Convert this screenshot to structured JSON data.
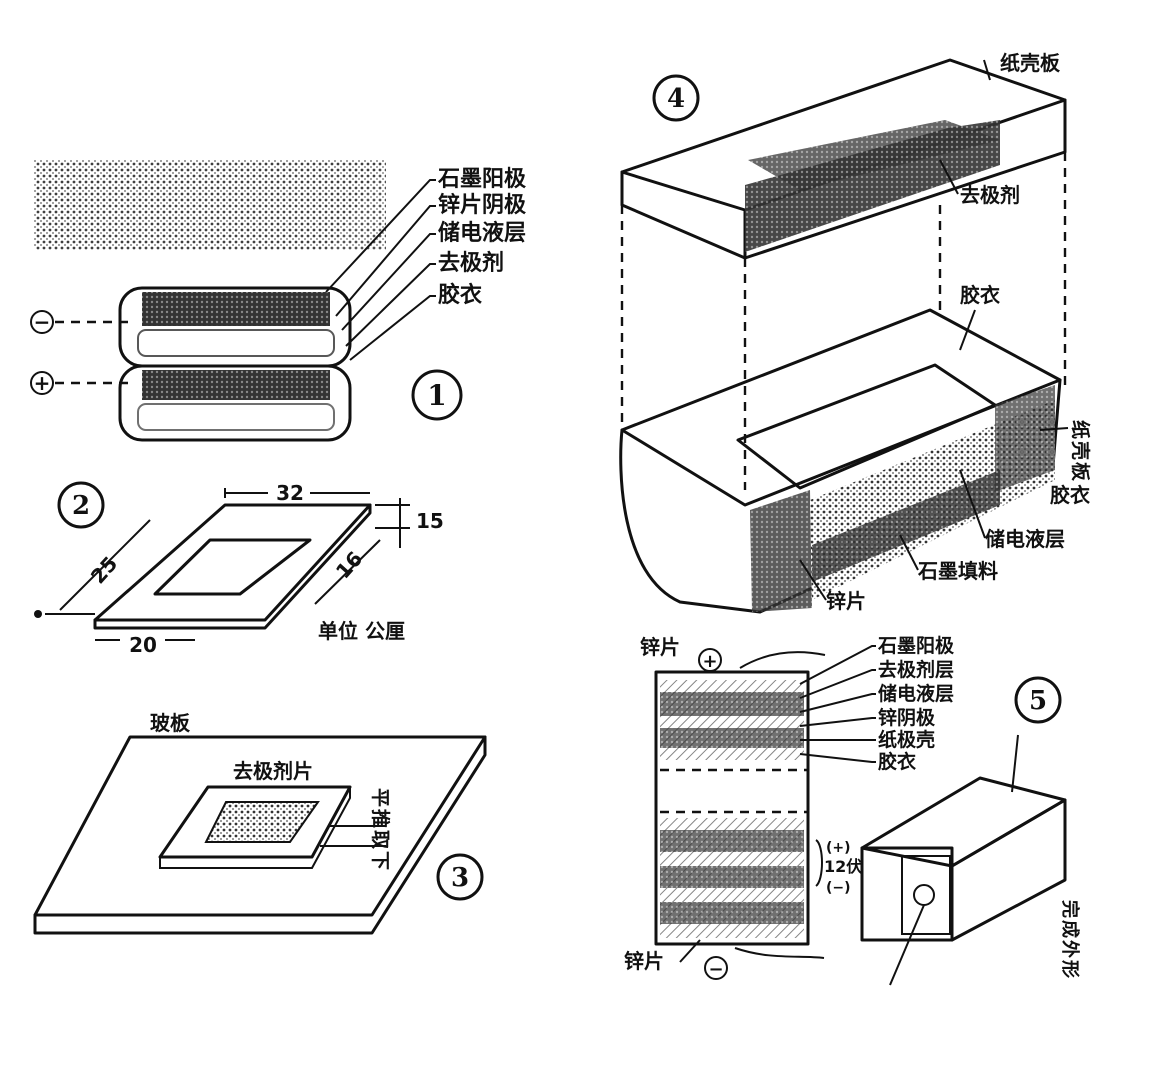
{
  "figure1": {
    "number": "1",
    "labels": [
      "石墨阳极",
      "锌片阴极",
      "储电液层",
      "去极剂",
      "胶衣"
    ],
    "minus": "−",
    "plus": "+"
  },
  "figure2": {
    "number": "2",
    "dim_32": "32",
    "dim_15": "15",
    "dim_25": "25",
    "dim_16": "16",
    "dim_20": "20",
    "unit": "单位 公厘"
  },
  "figure3": {
    "number": "3",
    "plate": "玻板",
    "sheet": "去极剂片",
    "press": "平推取下"
  },
  "figure4": {
    "number": "4",
    "paperboard_top": "纸壳板",
    "depolarizer": "去极剂",
    "coat_top": "胶衣",
    "paperboard_side": "纸壳板",
    "coat_side": "胶衣",
    "electrolyte": "储电液层",
    "graphite_fill": "石墨填料",
    "zinc": "锌片"
  },
  "figure5": {
    "number": "5",
    "zinc_top": "锌片",
    "plus": "+",
    "labels": [
      "石墨阳极",
      "去极剂层",
      "储电液层",
      "锌阴极",
      "纸极壳",
      "胶衣"
    ],
    "voltage_top": "(+)",
    "voltage": "12伏",
    "voltage_bottom": "(−)",
    "zinc_bottom": "锌片",
    "minus": "−",
    "complete": "完成外形"
  }
}
